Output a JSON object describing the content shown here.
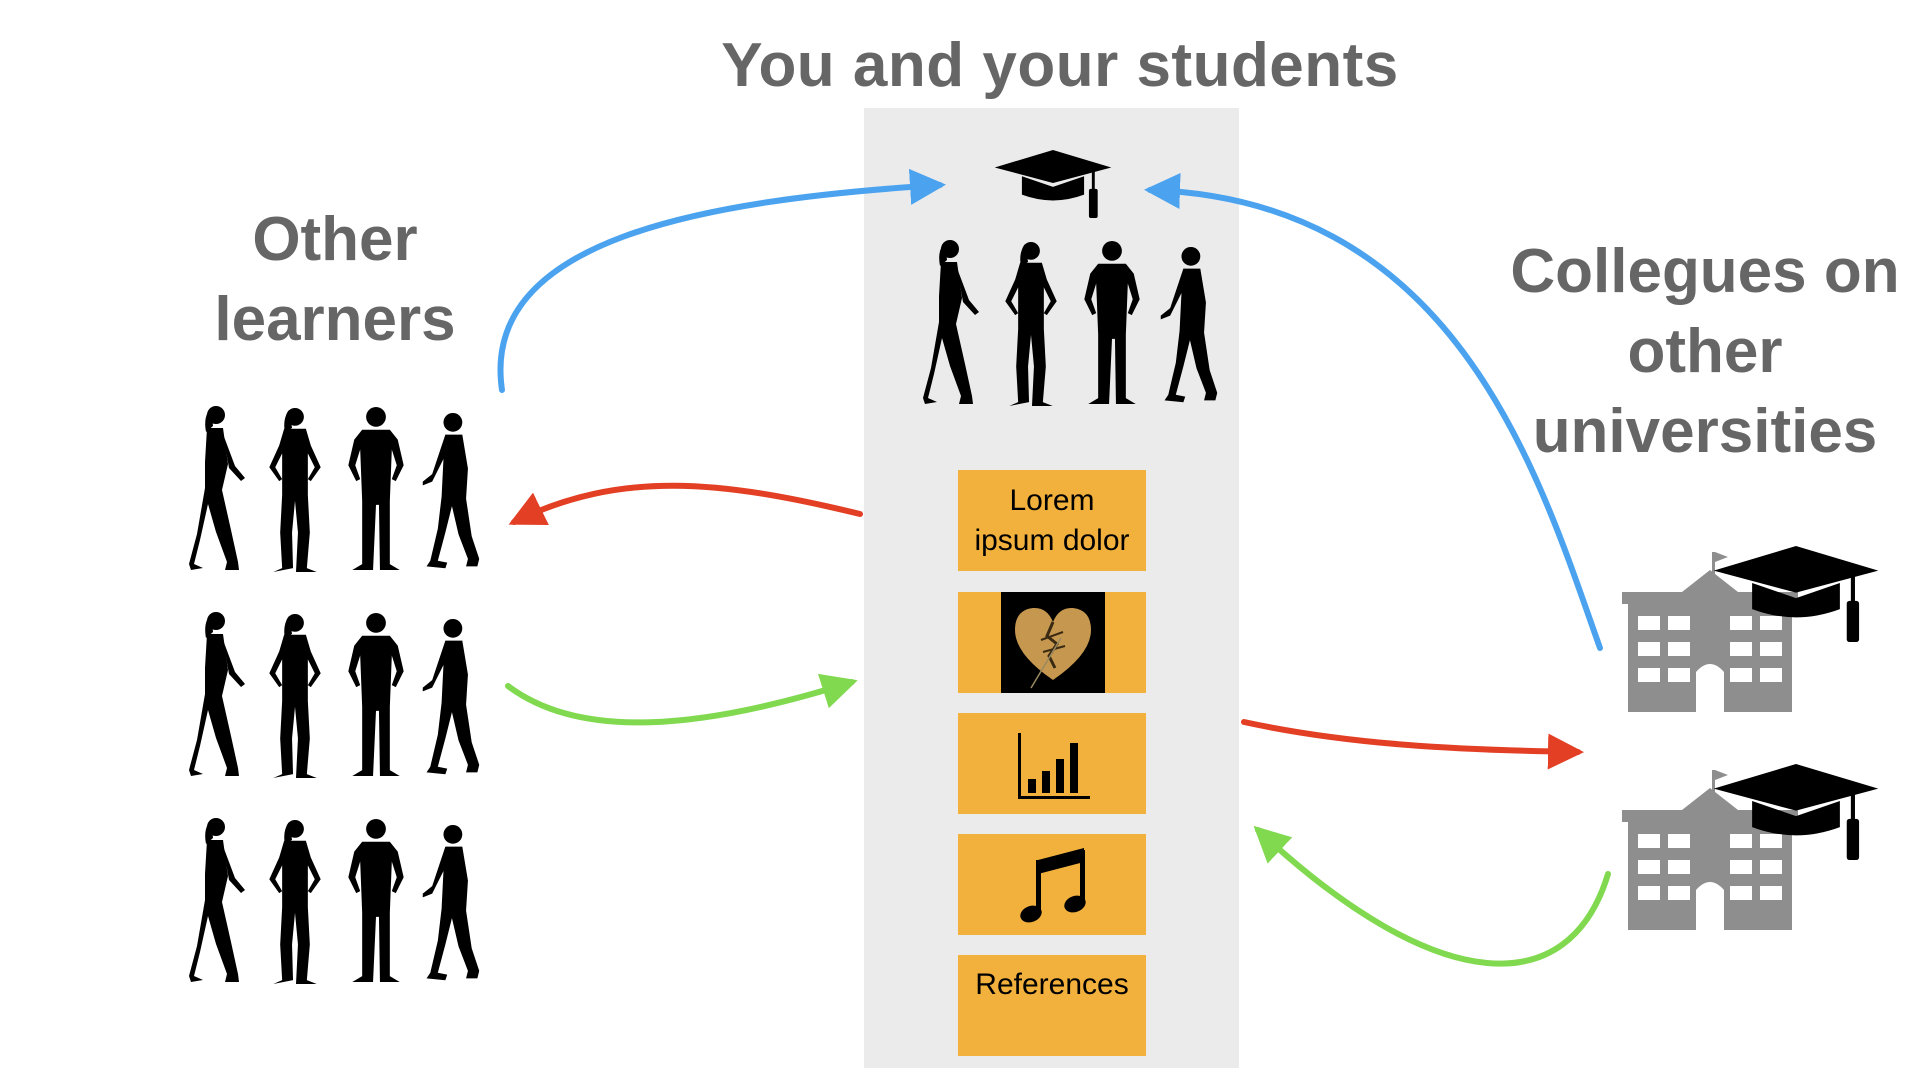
{
  "title": "You and your students",
  "left_group": {
    "label": "Other learners"
  },
  "right_group": {
    "label": "Collegues on other universities"
  },
  "cards": [
    {
      "text": "Lorem ipsum dolor",
      "icon": ""
    },
    {
      "text": "",
      "icon": "broken-heart-icon"
    },
    {
      "text": "",
      "icon": "bar-chart-icon"
    },
    {
      "text": "",
      "icon": "music-note-icon"
    },
    {
      "text": "References",
      "icon": ""
    }
  ],
  "colors": {
    "panel": "#ebebeb",
    "card": "#f2b13d",
    "label_gray": "#666666",
    "arrow_blue": "#4ba3f0",
    "arrow_red": "#e33f25",
    "arrow_green": "#80d94f",
    "building_gray": "#8e8e8e"
  },
  "icons": [
    "graduation-cap-icon",
    "person-silhouette-icon",
    "university-building-icon"
  ]
}
